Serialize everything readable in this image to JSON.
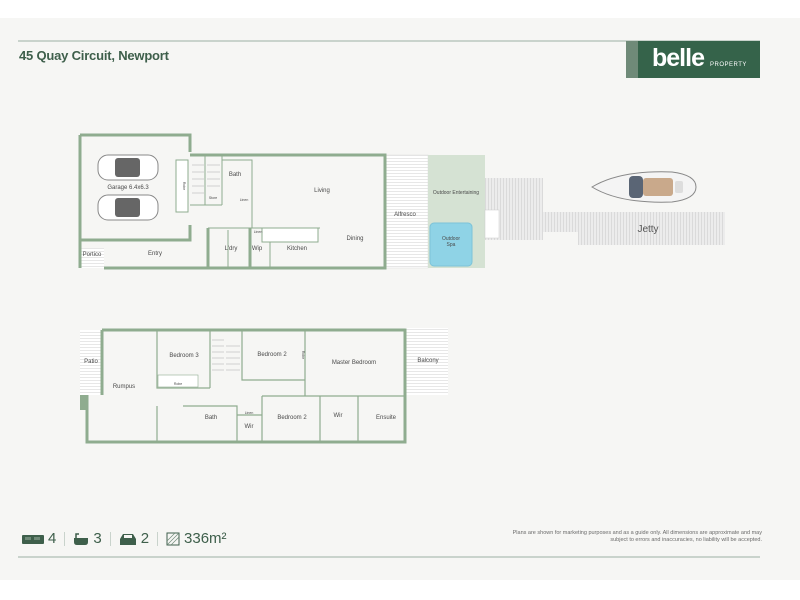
{
  "header": {
    "address": "45 Quay Circuit, Newport"
  },
  "logo": {
    "word": "belle",
    "sub": "PROPERTY"
  },
  "colors": {
    "brand": "#35634a",
    "wall": "#8fac8f",
    "outdoor": "#d5e2d3",
    "spa": "#8fd3e6"
  },
  "ground_floor": {
    "garage": "Garage 6.4x6.3",
    "living": "Living",
    "dining": "Dining",
    "alfresco": "Alfresco",
    "outdoor_entertaining": "Outdoor Entertaining",
    "spa_line1": "Outdoor",
    "spa_line2": "Spa",
    "jetty": "Jetty",
    "entry": "Entry",
    "portico": "Portico",
    "bath": "Bath",
    "kitchen": "Kitchen",
    "laundry": "L'dry",
    "wip": "Wip",
    "linen": "Linen",
    "linen2": "Linen",
    "store": "Store",
    "robe": "Robe"
  },
  "upper_floor": {
    "patio": "Patio",
    "bedroom3": "Bedroom 3",
    "bedroom2a": "Bedroom 2",
    "master": "Master Bedroom",
    "balcony": "Balcony",
    "rumpus": "Rumpus",
    "bath": "Bath",
    "bedroom2b": "Bedroom 2",
    "wir1": "Wir",
    "wir2": "Wir",
    "ensuite": "Ensuite",
    "robe": "Robe",
    "linen": "Linen",
    "robe2": "Robe"
  },
  "stats": {
    "beds": "4",
    "baths": "3",
    "cars": "2",
    "area": "336m²"
  },
  "disclaimer": "Plans are shown for marketing purposes and as a guide only. All dimensions are approximate and may subject to errors and inaccuracies, no liability will be accepted."
}
